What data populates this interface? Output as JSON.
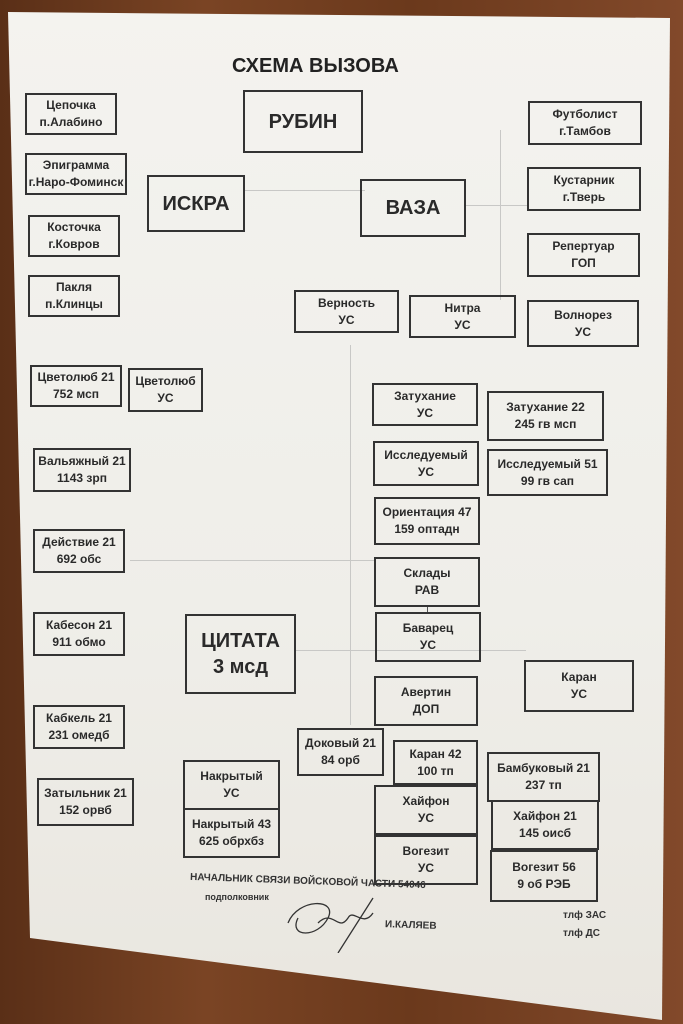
{
  "title": "СХЕМА ВЫЗОВА",
  "boxes": {
    "rubin": [
      "РУБИН"
    ],
    "iskra": [
      "ИСКРА"
    ],
    "vaza": [
      "ВАЗА"
    ],
    "tsitata": [
      "ЦИТАТА",
      "3 мсд"
    ],
    "tsepochka": [
      "Цепочка",
      "п.Алабино"
    ],
    "epigramma": [
      "Эпиграмма",
      "г.Наро-Фоминск"
    ],
    "kostochka": [
      "Косточка",
      "г.Ковров"
    ],
    "paklya": [
      "Пакля",
      "п.Клинцы"
    ],
    "tsvetolyub21": [
      "Цветолюб 21",
      "752 мсп"
    ],
    "tsvetolyub_us": [
      "Цветолюб",
      "УС"
    ],
    "valyazhny": [
      "Вальяжный 21",
      "1143 зрп"
    ],
    "deystvie": [
      "Действие 21",
      "692 обс"
    ],
    "kabeson": [
      "Кабесон 21",
      "911 обмо"
    ],
    "kabkel": [
      "Кабкель 21",
      "231 омедб"
    ],
    "zatylnik": [
      "Затыльник 21",
      "152 орвб"
    ],
    "futbolist": [
      "Футболист",
      "г.Тамбов"
    ],
    "kustarnik": [
      "Кустарник",
      "г.Тверь"
    ],
    "repertuar": [
      "Репертуар",
      "ГОП"
    ],
    "vernost": [
      "Верность",
      "УС"
    ],
    "nitra": [
      "Нитра",
      "УС"
    ],
    "volnorez": [
      "Волнорез",
      "УС"
    ],
    "zatukhanie_us": [
      "Затухание",
      "УС"
    ],
    "zatukhanie22": [
      "Затухание 22",
      "245 гв мсп"
    ],
    "issleduemy_us": [
      "Исследуемый",
      "УС"
    ],
    "issleduemy51": [
      "Исследуемый 51",
      "99 гв сап"
    ],
    "orientatsiya": [
      "Ориентация 47",
      "159 оптадн"
    ],
    "sklady": [
      "Склады",
      "РАВ"
    ],
    "bavarets": [
      "Баварец",
      "УС"
    ],
    "karan_us": [
      "Каран",
      "УС"
    ],
    "avertin": [
      "Авертин",
      "ДОП"
    ],
    "dokovy": [
      "Доковый 21",
      "84 орб"
    ],
    "karan42": [
      "Каран 42",
      "100 тп"
    ],
    "bambukovy": [
      "Бамбуковый 21",
      "237 тп"
    ],
    "khayfon_us": [
      "Хайфон",
      "УС"
    ],
    "khayfon21": [
      "Хайфон 21",
      "145 оисб"
    ],
    "vogezit_us": [
      "Вогезит",
      "УС"
    ],
    "vogezit56": [
      "Вогезит 56",
      "9 об РЭБ"
    ],
    "nakryty_us": [
      "Накрытый",
      "УС"
    ],
    "nakryty43": [
      "Накрытый 43",
      "625 обрхбз"
    ]
  },
  "footer": {
    "line1": "НАЧАЛЬНИК СВЯЗИ ВОЙСКОВОЙ ЧАСТИ 54046",
    "rank": "подполковник",
    "name": "И.КАЛЯЕВ",
    "tlf_zas": "тлф ЗАС",
    "tlf_ds": "тлф ДС"
  }
}
